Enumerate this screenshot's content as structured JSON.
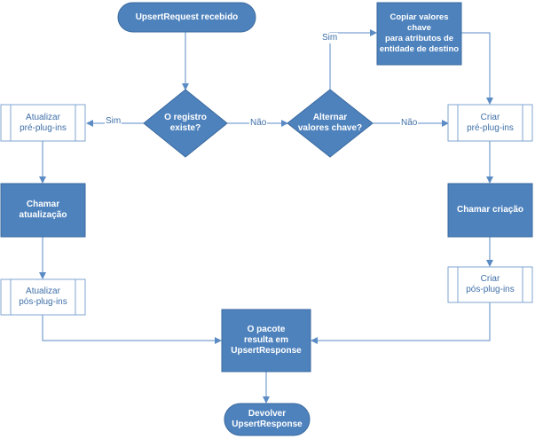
{
  "colors": {
    "fill": "#4e82bd",
    "stroke": "#3a6a9e",
    "light_fill": "#ffffff",
    "light_stroke": "#7fa6d1",
    "arrow": "#5b8bc4",
    "text_light": "#3f6fa8"
  },
  "nodes": {
    "start": "UpsertRequest recebido",
    "decision_exists": "O registro\nexiste?",
    "decision_alternate": "Alternar\nvalores chave?",
    "copy_keys": "Copiar valores chave\npara atributos de\nentidade de destino",
    "update_pre": "Atualizar\npré-plug-ins",
    "call_update": "Chamar\natualização",
    "update_post": "Atualizar\npós-plug-ins",
    "create_pre": "Criar\npré-plug-ins",
    "call_create": "Chamar criação",
    "create_post": "Criar\npós-plug-ins",
    "result": "O pacote\nresulta em\nUpsertResponse",
    "end": "Devolver\nUpsertResponse"
  },
  "edges": {
    "sim_left": "Sim",
    "nao_exists": "Não",
    "sim_up": "Sim",
    "nao_alternate": "Não"
  }
}
